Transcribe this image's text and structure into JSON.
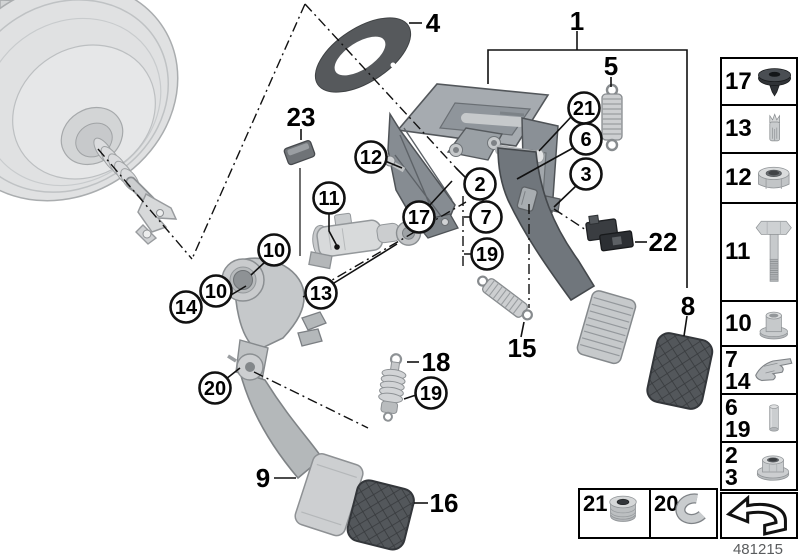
{
  "diagram": {
    "id": "481215",
    "circled": [
      "21",
      "6",
      "3",
      "2",
      "7",
      "19",
      "17",
      "12",
      "11",
      "13",
      "10",
      "10",
      "14",
      "20",
      "19"
    ],
    "plain": [
      "1",
      "4",
      "5",
      "8",
      "9",
      "15",
      "16",
      "18",
      "22",
      "23"
    ],
    "parts": {
      "booster": "brake-booster",
      "gasket": "firewall-gasket",
      "bracket": "pedal-bracket-assembly",
      "brake_pedal": "brake-pedal",
      "clutch_pedal": "clutch-pedal",
      "master_cylinder": "clutch-master-cylinder",
      "switch": "stop-light-switch",
      "springs": [
        "return-spring-upper",
        "return-spring-lower"
      ],
      "damper": "pedal-damper",
      "pads": [
        "rubber-pad-brake",
        "rubber-pad-clutch"
      ]
    },
    "colors": {
      "line": "#111111",
      "metal_light": "#cfd1d3",
      "metal_mid": "#8f959b",
      "rubber_dark": "#53575b"
    }
  },
  "sidebar": {
    "rows": [
      {
        "num1": "17",
        "part": "blind-plug"
      },
      {
        "num1": "13",
        "part": "expansion-rivet"
      },
      {
        "num1": "12",
        "part": "hex-nut"
      },
      {
        "num1": "11",
        "part": "hex-bolt"
      },
      {
        "num1": "10",
        "part": "bushing"
      },
      {
        "num1": "7",
        "num2": "14",
        "part": "spring-clip"
      },
      {
        "num1": "6",
        "num2": "19",
        "part": "dowel-pin"
      },
      {
        "num1": "2",
        "num2": "3",
        "part": "flange-nut"
      }
    ]
  },
  "footer": {
    "boxes": [
      {
        "num": "21",
        "part": "grommet"
      },
      {
        "num": "20",
        "part": "c-clip"
      }
    ]
  }
}
